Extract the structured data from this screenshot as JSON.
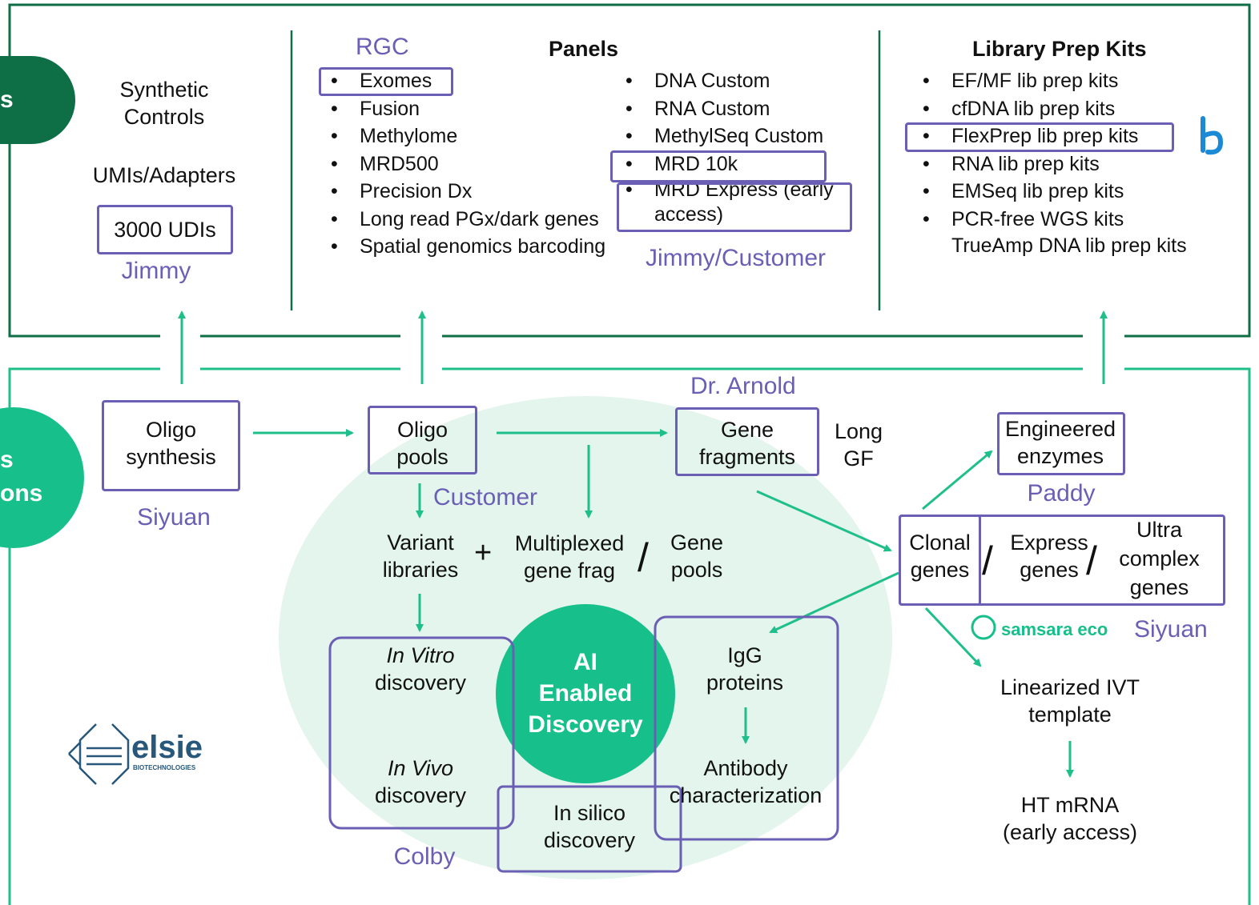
{
  "colors": {
    "dark_green": "#0e6e46",
    "green": "#17c08a",
    "accent_line": "#1fbf8b",
    "purple": "#6a5fb5",
    "light_green_bg": "#e3f5ed"
  },
  "top_section": {
    "left_pill_text": "s",
    "synthetic_controls": "Synthetic\nControls",
    "umis_adapters": "UMIs/Adapters",
    "udis": "3000 UDIs",
    "jimmy": "Jimmy",
    "rgc": "RGC",
    "panels_title": "Panels",
    "panels_col1": [
      "Exomes",
      "Fusion",
      "Methylome",
      "MRD500",
      "Precision Dx",
      "Long read PGx/dark genes",
      "Spatial genomics barcoding"
    ],
    "panels_col2": [
      "DNA Custom",
      "RNA Custom",
      "MethylSeq Custom",
      "MRD 10k",
      "MRD Express (early access)"
    ],
    "jimmy_customer": "Jimmy/Customer",
    "library_title": "Library Prep Kits",
    "library_items": [
      "EF/MF lib prep kits",
      "cfDNA lib prep kits",
      "FlexPrep lib prep kits",
      "RNA lib prep kits",
      "EMSeq lib prep kits",
      "PCR-free WGS kits"
    ],
    "library_extra": "TrueAmp DNA lib prep kits"
  },
  "bottom_section": {
    "left_pill_line1": "s",
    "left_pill_line2": "ons",
    "oligo_synthesis": "Oligo\nsynthesis",
    "siyuan_left": "Siyuan",
    "oligo_pools": "Oligo\npools",
    "customer": "Customer",
    "dr_arnold": "Dr. Arnold",
    "gene_fragments": "Gene\nfragments",
    "long_gf": "Long\nGF",
    "variant_libraries": "Variant\nlibraries",
    "plus": "+",
    "multiplexed": "Multiplexed\ngene frag",
    "slash": "/",
    "gene_pools": "Gene\npools",
    "in_vitro_italic": "In Vitro",
    "in_vitro_rest": "discovery",
    "in_vivo_italic": "In Vivo",
    "in_vivo_rest": "discovery",
    "ai_discovery": "AI\nEnabled\nDiscovery",
    "in_silico": "In silico\ndiscovery",
    "colby": "Colby",
    "igg": "IgG\nproteins",
    "antibody": "Antibody\ncharacterization",
    "engineered": "Engineered\nenzymes",
    "paddy": "Paddy",
    "clonal": "Clonal\ngenes",
    "express": "Express\ngenes",
    "ultra": "Ultra\ncomplex\ngenes",
    "samsara": "samsara eco",
    "siyuan_right": "Siyuan",
    "linearized": "Linearized IVT\ntemplate",
    "ht_mrna": "HT mRNA\n(early access)",
    "elsie": "elsie",
    "elsie_sub": "BIOTECHNOLOGIES"
  }
}
